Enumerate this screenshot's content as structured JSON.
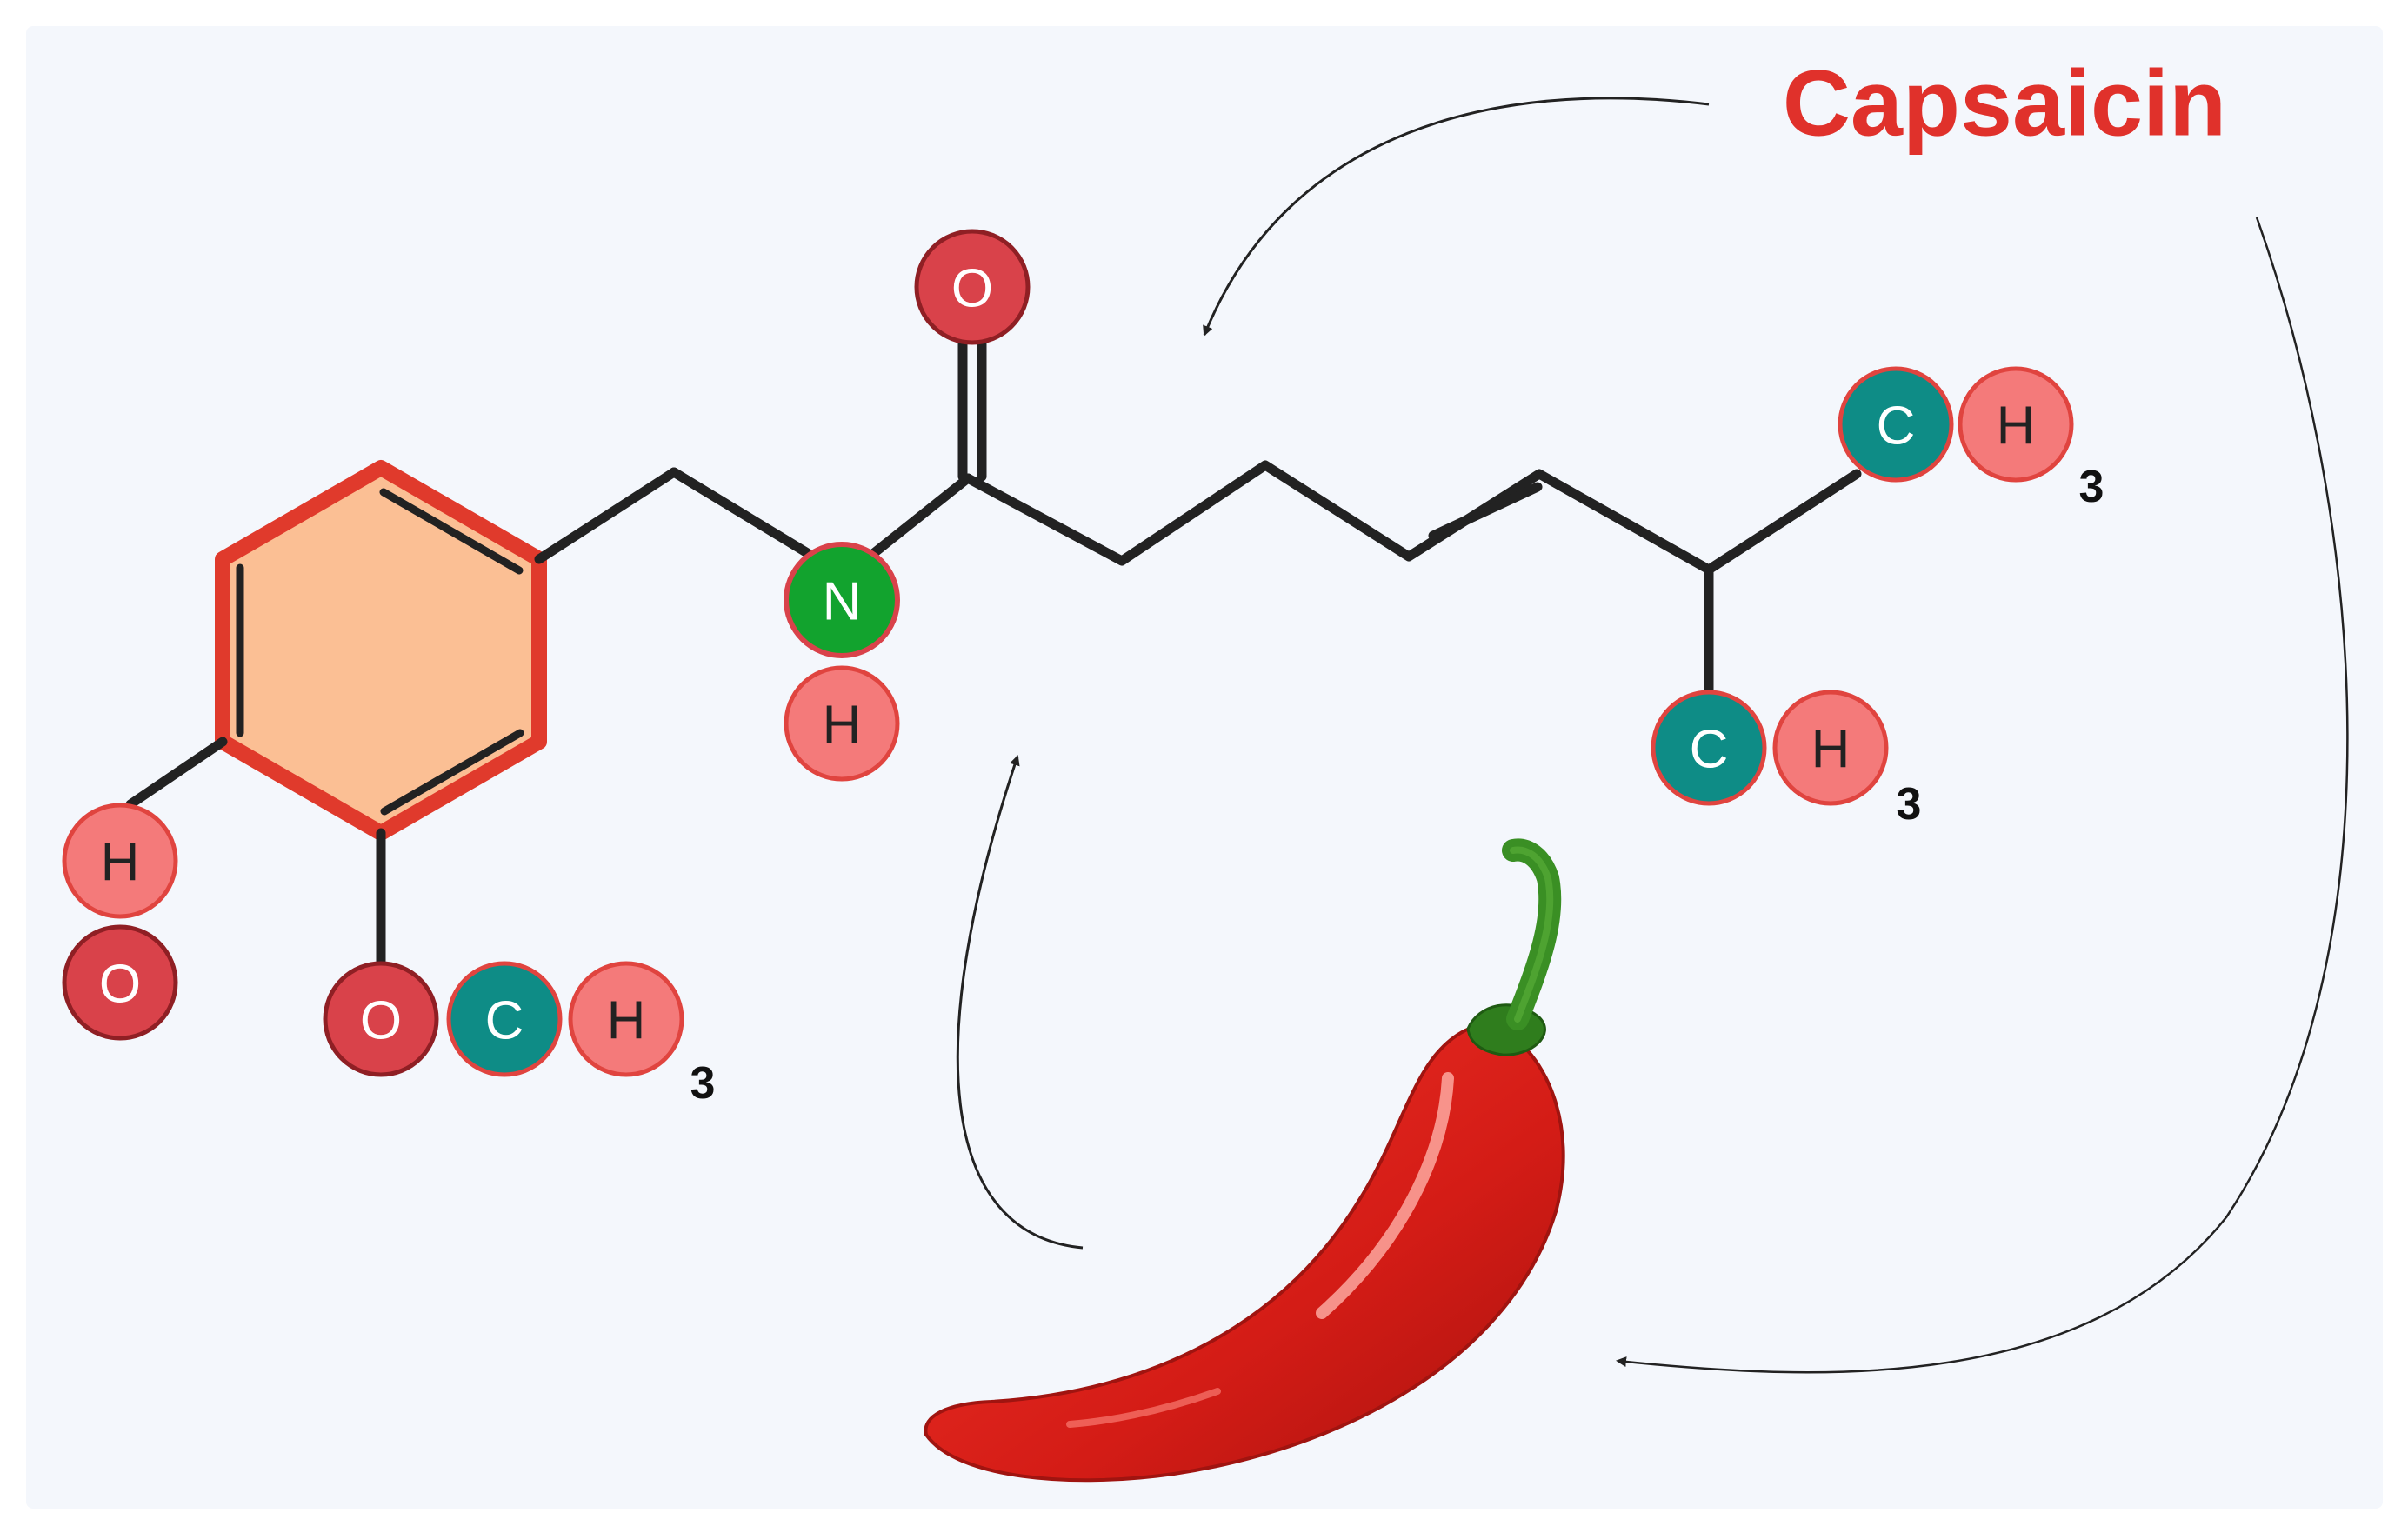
{
  "title": "Capsaicin",
  "atoms": {
    "carbonyl_o": "O",
    "amide_n": "N",
    "amide_h": "H",
    "hydroxyl_h": "H",
    "hydroxyl_o": "O",
    "methoxy_o": "O",
    "methoxy_c": "C",
    "methoxy_h": "H",
    "methoxy_sub": "3",
    "methyl1_c": "C",
    "methyl1_h": "H",
    "methyl1_sub": "3",
    "methyl2_c": "C",
    "methyl2_h": "H",
    "methyl2_sub": "3"
  },
  "colors": {
    "background": "#f4f7fc",
    "title": "#e0312b",
    "bond": "#222222",
    "ring_fill": "#fbbf94",
    "ring_stroke": "#e03a2c",
    "oxygen": "#d9424a",
    "hydrogen": "#f47a7a",
    "nitrogen": "#12a32e",
    "carbon": "#0e8c86"
  },
  "illustration": {
    "pepper": "red-chili-pepper-icon"
  }
}
